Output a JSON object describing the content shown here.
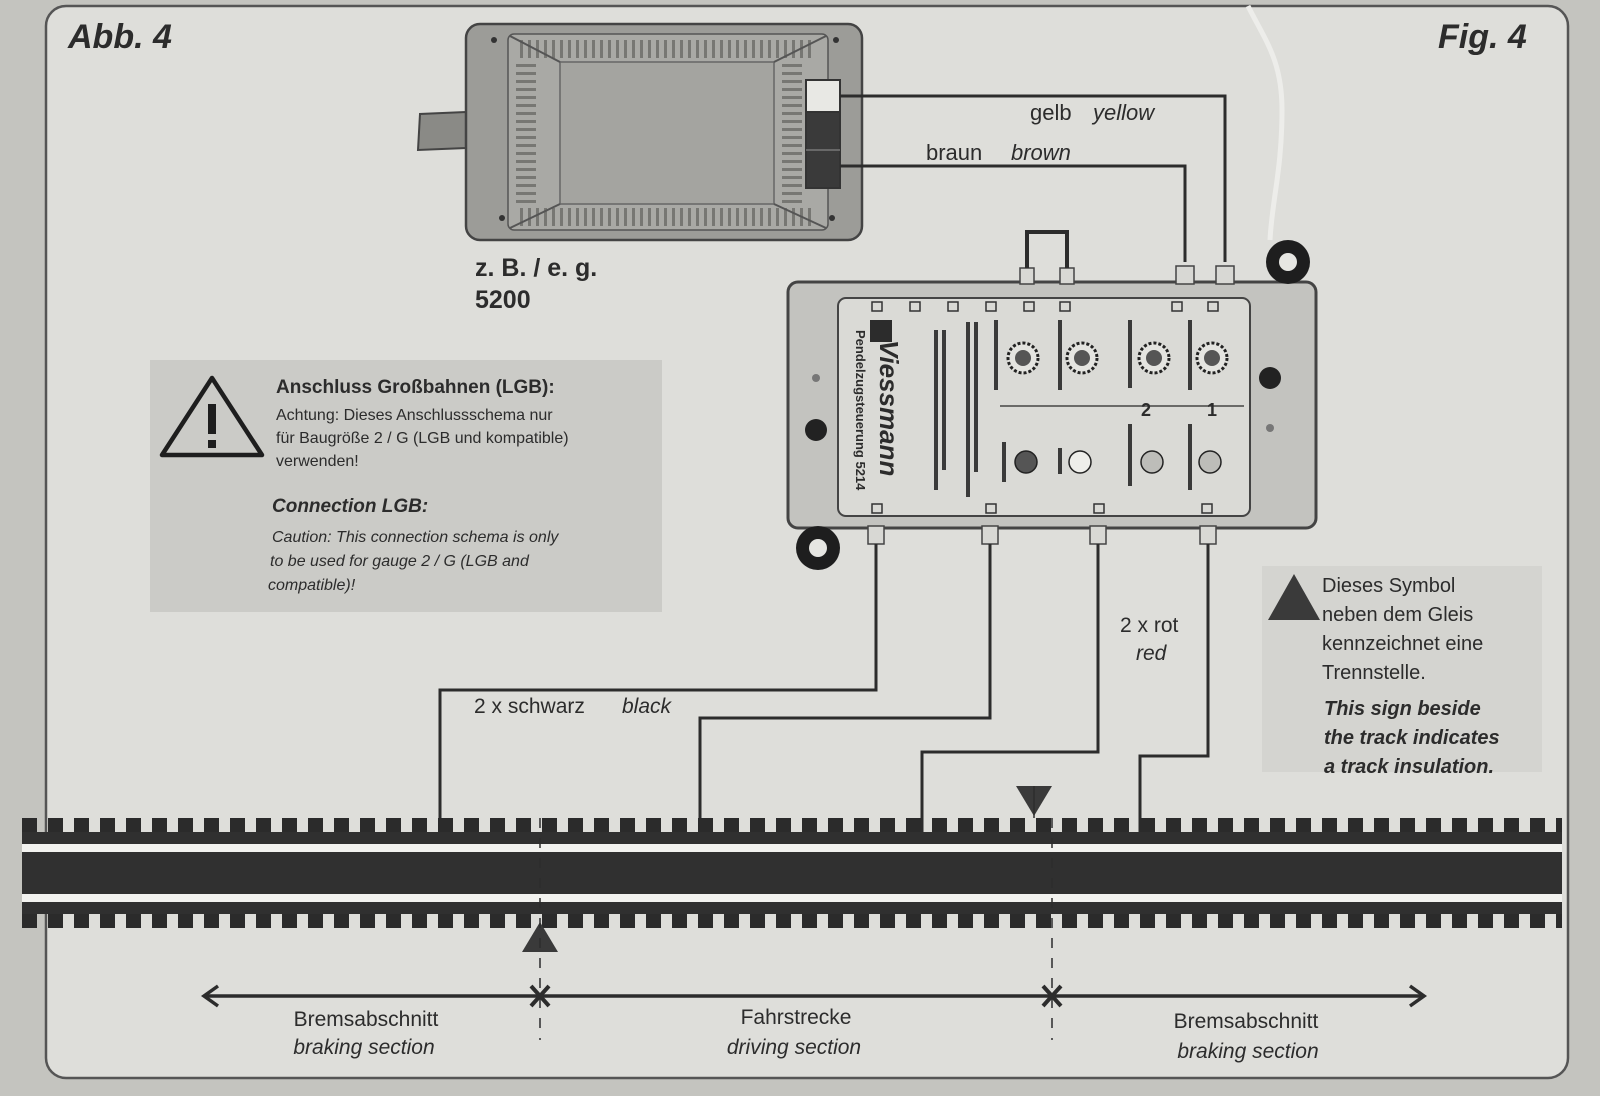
{
  "figure": {
    "label_de": "Abb. 4",
    "label_en": "Fig. 4"
  },
  "transformer": {
    "example_label": "z. B. / e. g.",
    "model": "5200"
  },
  "wires": {
    "yellow_de": "gelb",
    "yellow_en": "yellow",
    "brown_de": "braun",
    "brown_en": "brown",
    "black_de": "2 x schwarz",
    "black_en": "black",
    "red_de": "2 x rot",
    "red_en": "red"
  },
  "warning_box": {
    "title_de": "Anschluss Großbahnen (LGB):",
    "body_de_1": "Achtung: Dieses Anschlussschema nur",
    "body_de_2": "für Baugröße 2 / G (LGB und kompatible)",
    "body_de_3": "verwenden!",
    "title_en": "Connection LGB:",
    "body_en_1": "Caution: This connection schema is only",
    "body_en_2": "to be used for gauge 2 / G (LGB and",
    "body_en_3": "compatible)!"
  },
  "module": {
    "brand": "Viessmann",
    "product": "Pendelzugsteuerung 5214",
    "terminal_1": "1",
    "terminal_2": "2"
  },
  "symbol_note": {
    "de_1": "Dieses Symbol",
    "de_2": "neben dem Gleis",
    "de_3": "kennzeichnet eine",
    "de_4": "Trennstelle.",
    "en_1": "This sign beside",
    "en_2": "the track indicates",
    "en_3": "a track insulation."
  },
  "sections": {
    "left_de": "Bremsabschnitt",
    "left_en": "braking section",
    "middle_de": "Fahrstrecke",
    "middle_en": "driving section",
    "right_de": "Bremsabschnitt",
    "right_en": "braking section"
  },
  "colors": {
    "paper": "#dededa",
    "ink": "#2c2c2c",
    "track": "#353535",
    "panel": "#d3d3d1"
  }
}
